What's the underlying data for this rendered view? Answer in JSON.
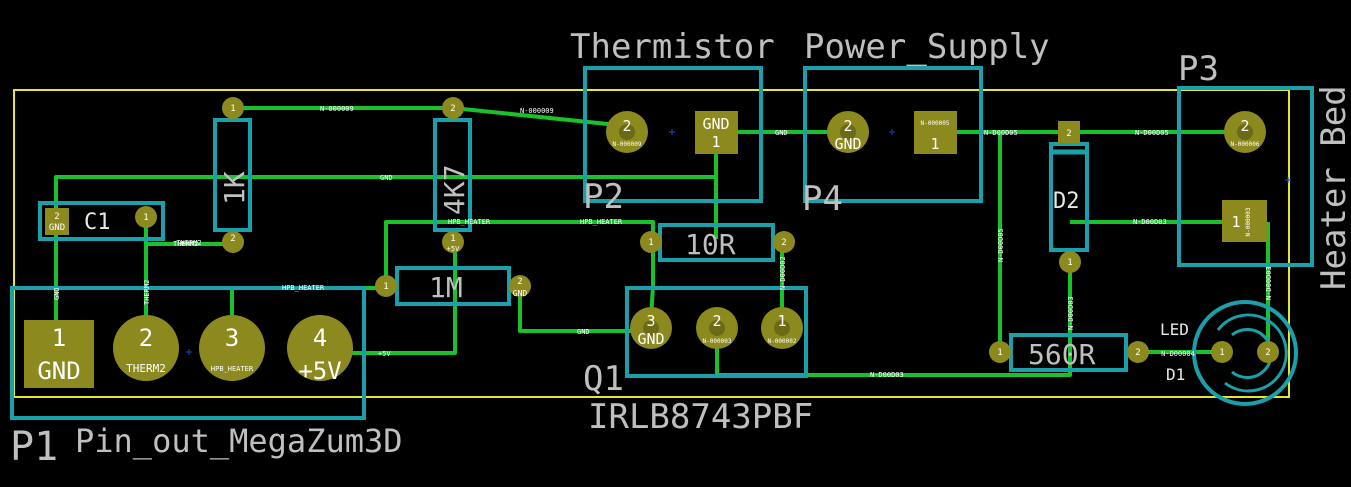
{
  "colors": {
    "background": "#000000",
    "trace": "#19c12b",
    "outline": "#e6e62a",
    "courtyard": "#1aa0aa",
    "pad": "#8c8a1e",
    "pad_inner": "#6b6a16",
    "silk": "#c0c0c0"
  },
  "components": {
    "p1": {
      "ref": "P1",
      "value": "Pin_out_MegaZum3D",
      "pins": [
        {
          "num": "1",
          "net": "GND"
        },
        {
          "num": "2",
          "net": "THERM2"
        },
        {
          "num": "3",
          "net": "HPB_HEATER"
        },
        {
          "num": "4",
          "net": "+5V"
        }
      ]
    },
    "p2": {
      "ref": "P2",
      "value": "Thermistor",
      "pins": [
        {
          "num": "2",
          "net": "N-000009"
        },
        {
          "num": "GND",
          "net": "1"
        }
      ]
    },
    "p4": {
      "ref": "P4",
      "value": "Power_Supply",
      "pins": [
        {
          "num": "2",
          "net": "GND"
        },
        {
          "num": "N-000005",
          "net": "1"
        }
      ]
    },
    "p3": {
      "ref": "P3",
      "value": "Heater_Bed",
      "pins": [
        {
          "num": "2",
          "net": "N-000006"
        },
        {
          "num": "1",
          "net": "N-000003"
        }
      ]
    },
    "q1": {
      "ref": "Q1",
      "value": "IRLB8743PBF",
      "pins": [
        {
          "num": "3",
          "net": "GND"
        },
        {
          "num": "2",
          "net": "N-000003"
        },
        {
          "num": "1",
          "net": "N-000002"
        }
      ]
    },
    "c1": {
      "ref": "C1",
      "pin1": "1",
      "pin2": "2",
      "pin2_net": "GND"
    },
    "r_1k": {
      "value": "1K",
      "pin1": "1",
      "pin2": "2",
      "pin2_net": "THERM2"
    },
    "r_4k7": {
      "value": "4K7",
      "pin1": "2",
      "pin2": "1",
      "pin2_net": "+5V"
    },
    "r_1m": {
      "value": "1M",
      "pin1": "1",
      "pin2": "2",
      "pin2_net": "GND"
    },
    "r_10r": {
      "value": "10R",
      "pin1": "1",
      "pin2": "2"
    },
    "r_560r": {
      "value": "560R",
      "pin1": "1",
      "pin2": "2",
      "pin2_net": "N-D00004"
    },
    "d2": {
      "ref": "D2",
      "pin1": "2",
      "pin2": "1"
    },
    "d1": {
      "ref": "D1",
      "value": "LED",
      "pin1": "1",
      "pin2": "2"
    }
  },
  "nets": {
    "n9_left": "N-000009",
    "n9_right": "N-000009",
    "gnd_top": "GND",
    "gnd_p2p4": "GND",
    "gnd_p1": "GND",
    "gnd_q1": "GND",
    "hpb_mid": "HPB_HEATER",
    "hpb_right": "HPB_HEATER",
    "hpb_p1": "HPB_HEATER",
    "therm2": "THERM2",
    "therm2_v": "THERM2",
    "plus5v": "+5V",
    "n5_top": "N-D00D05",
    "n5_top2": "N-D00D05",
    "n5_v": "N-D00D05",
    "n3_p3": "N-D00D03",
    "n3_bottom": "N-D00D03",
    "n3_v": "N-D00D03",
    "n3_right_v": "N-D00D03",
    "n2_v": "N-D00D02"
  }
}
